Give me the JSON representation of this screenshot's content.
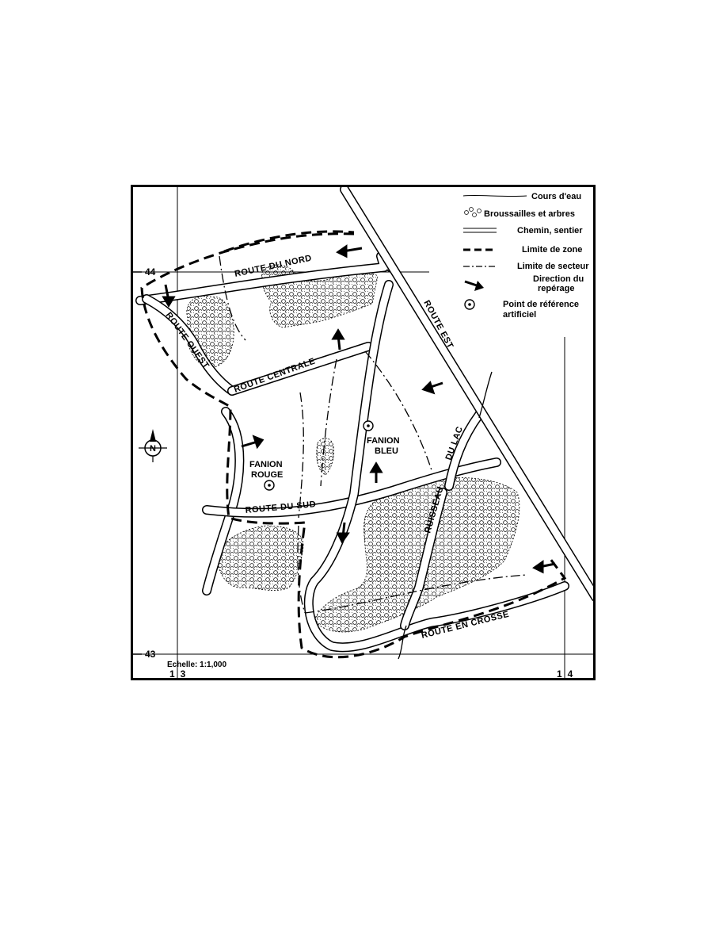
{
  "legend": {
    "stream": "Cours d'eau",
    "brush": "Broussailles et arbres",
    "path": "Chemin, sentier",
    "zone_limit": "Limite de zone",
    "sector_limit": "Limite de secteur",
    "direction_line1": "Direction du",
    "direction_line2": "repérage",
    "refpoint_line1": "Point de référence",
    "refpoint_line2": "artificiel"
  },
  "roads": {
    "nord": "ROUTE DU NORD",
    "ouest": "ROUTE OUEST",
    "centrale": "ROUTE CENTRALE",
    "est": "ROUTE EST",
    "sud": "ROUTE DU SUD",
    "crosse": "ROUTE EN CROSSE",
    "lac": "DU LAC",
    "ruisseau": "RUISSEAU"
  },
  "places": {
    "rouge_line1": "FANION",
    "rouge_line2": "ROUGE",
    "bleu_line1": "FANION",
    "bleu_line2": "BLEU"
  },
  "grid": {
    "y_top": "44",
    "y_bottom": "43",
    "x_left": "13",
    "x_right": "14"
  },
  "scale": "Echelle: 1:1,000",
  "north_letter": "N"
}
